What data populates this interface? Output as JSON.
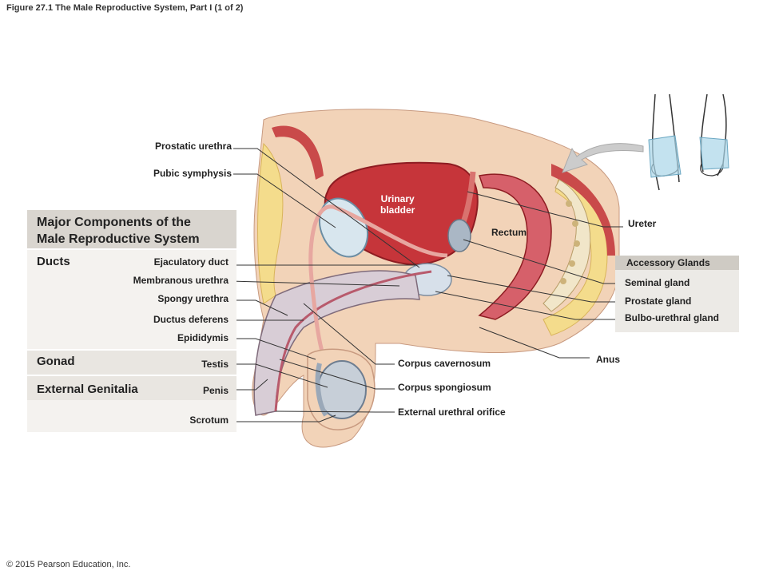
{
  "figure_title": "Figure 27.1 The Male Reproductive System, Part I (1 of 2)",
  "copyright": "© 2015 Pearson Education, Inc.",
  "panel": {
    "title": "Major Components of the\nMale Reproductive System",
    "categories": {
      "ducts": "Ducts",
      "gonad": "Gonad",
      "external_genitalia": "External Genitalia"
    }
  },
  "labels": {
    "prostatic_urethra": "Prostatic urethra",
    "pubic_symphysis": "Pubic symphysis",
    "ejaculatory_duct": "Ejaculatory duct",
    "membranous_urethra": "Membranous urethra",
    "spongy_urethra": "Spongy urethra",
    "ductus_deferens": "Ductus deferens",
    "epididymis": "Epididymis",
    "testis": "Testis",
    "penis": "Penis",
    "scrotum": "Scrotum",
    "urinary_bladder": "Urinary\nbladder",
    "rectum": "Rectum",
    "ureter": "Ureter",
    "corpus_cavernosum": "Corpus cavernosum",
    "corpus_spongiosum": "Corpus spongiosum",
    "external_urethral_orifice": "External urethral orifice",
    "anus": "Anus"
  },
  "accessory_glands": {
    "title": "Accessory Glands",
    "items": [
      "Seminal gland",
      "Prostate gland",
      "Bulbo-urethral gland"
    ]
  },
  "colors": {
    "skin": "#f2d3b8",
    "muscle": "#c94a4a",
    "bladder": "#c6353a",
    "fat": "#f4dc8c",
    "erectile_tissue": "#d8cdd6",
    "testis": "#c7cfd8",
    "arrow": "#cccccc",
    "inset_box": "#a9d6e8"
  }
}
